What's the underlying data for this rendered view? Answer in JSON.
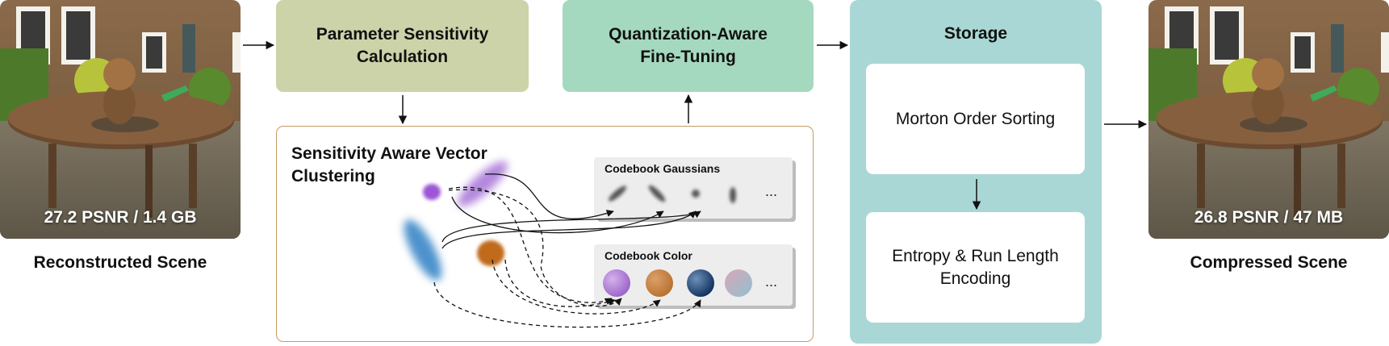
{
  "left_scene": {
    "metric": "27.2 PSNR / 1.4 GB",
    "caption": "Reconstructed Scene"
  },
  "right_scene": {
    "metric": "26.8 PSNR / 47 MB",
    "caption": "Compressed Scene"
  },
  "sensitivity_box": {
    "label": "Parameter Sensitivity\nCalculation",
    "color": "#ccd3a9"
  },
  "finetune_box": {
    "label": "Quantization-Aware\nFine-Tuning",
    "color": "#a5d9bf"
  },
  "storage": {
    "title": "Storage",
    "color": "#a9d7d5",
    "step1": "Morton Order Sorting",
    "step2": "Entropy & Run Length\nEncoding"
  },
  "clustering": {
    "title": "Sensitivity Aware Vector\nClustering",
    "border_color": "#c79a63",
    "codebook_gaussians": {
      "title": "Codebook Gaussians",
      "ellipsis": "..."
    },
    "codebook_color": {
      "title": "Codebook Color",
      "ellipsis": "...",
      "swatches": [
        "#9a63c9",
        "#b8702e",
        "#0e2f5c",
        "#b9a6b9"
      ]
    }
  }
}
